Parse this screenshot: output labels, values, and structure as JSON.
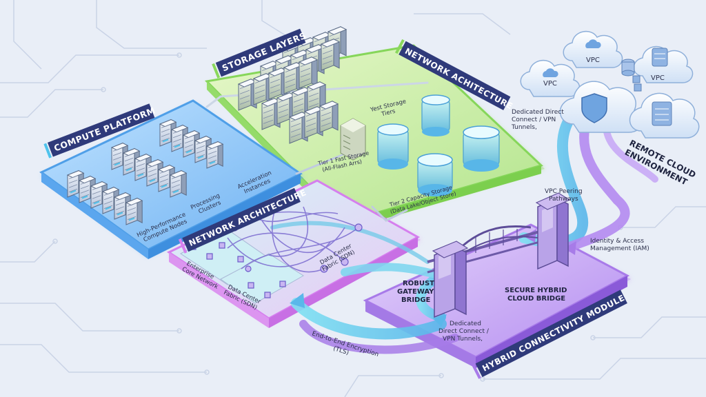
{
  "titles": {
    "compute": "COMPUTE PLATFORM",
    "storage": "STORAGE LAYERS",
    "network_top": "NETWORK ACHITECTURE",
    "network": "NETWORK ARCHITECTURE",
    "hybrid": "HYBRID CONNECTIVITY MODULE",
    "remote_line1": "REMOTE CLOUD",
    "remote_line2": "ENVIRONMENT"
  },
  "compute": {
    "label_hpc_1": "High-Performance",
    "label_hpc_2": "Compute Nodes",
    "label_proc_1": "Processing",
    "label_proc_2": "Clusters",
    "label_accel_1": "Acceleration",
    "label_accel_2": "Instances"
  },
  "storage": {
    "label_tiers_1": "Yest Storage",
    "label_tiers_2": "Tiers",
    "label_tier1_1": "Tier 1 Fast Storage",
    "label_tier1_2": "(All-Flash Arrs)",
    "label_tier2_1": "Tier 2 Capacity Storage",
    "label_tier2_2": "(Data Lake/Object Store)"
  },
  "network": {
    "label_core_1": "Enterprise",
    "label_core_2": "Core Network",
    "label_fabric_1": "Data Center",
    "label_fabric_2": "Fabric (SDN)",
    "label_fabric2_1": "Data Center",
    "label_fabric2_2": "Fabric (SDN)"
  },
  "hybrid": {
    "gateway_1": "ROBUST",
    "gateway_2": "GATEWAY",
    "gateway_3": "BRIDGE",
    "secure_1": "SECURE HYBRID",
    "secure_2": "CLOUD BRIDGE",
    "tunnels_1": "Dedicated",
    "tunnels_2": "Direct Connect /",
    "tunnels_3": "VPN Tunnels,",
    "e2e_1": "End-to-End Encryption",
    "e2e_2": "(TLS)"
  },
  "remote": {
    "vpc_a": "VPC",
    "vpc_b": "VPC",
    "vpc_c": "VPC",
    "direct_1": "Dedicated Direct",
    "direct_2": "Connect / VPN",
    "direct_3": "Tunnels,",
    "peering_1": "VPC Peering",
    "peering_2": "Pathways",
    "iam_1": "Identity & Access",
    "iam_2": "Management (IAM)"
  },
  "colors": {
    "background": "#e9eef7",
    "compute_platform": "#5aa8f0",
    "storage_platform": "#a8e07a",
    "network_platform": "#d98af0",
    "hybrid_platform": "#b78cf0",
    "title_badge": "#2f3a7a",
    "pipe_cyan": "#56c8e8",
    "pipe_purple": "#a77be8"
  }
}
